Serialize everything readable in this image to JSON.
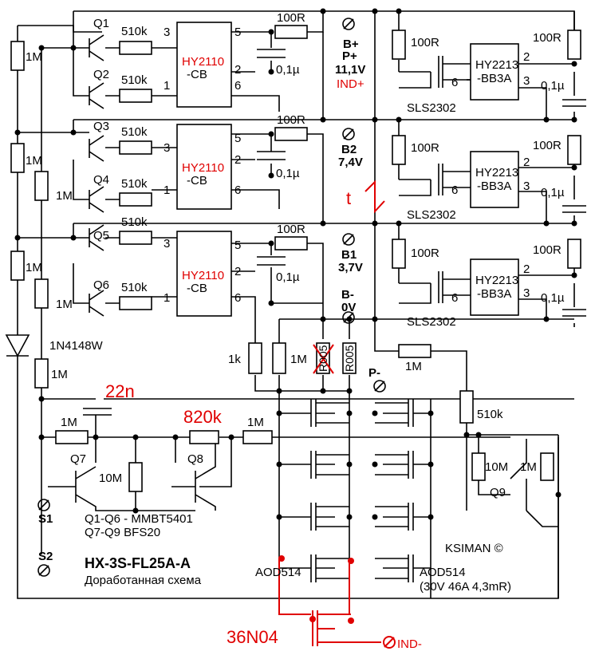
{
  "chips": {
    "protection_ic": "HY2110",
    "protection_ic_suffix": "-CB",
    "balancer_ic": "HY2213",
    "balancer_ic_suffix": "-BB3A",
    "balancer_mosfet": "SLS2302",
    "pins": {
      "p5": "5",
      "p3": "3",
      "p2": "2",
      "p1": "1",
      "p6": "6"
    }
  },
  "components": {
    "r510k": "510k",
    "r100r": "100R",
    "r1m": "1M",
    "c01": "0,1µ",
    "r1k": "1k",
    "r005": "R005",
    "r10m": "10M",
    "diode": "1N4148W",
    "cap_22n": "22n",
    "r820k": "820k",
    "mosfet_main": "AOD514",
    "mosfet_spec": "(30V 46A 4,3mR)",
    "mosfet_added": "36N04",
    "thermal": "t"
  },
  "transistors": {
    "q1": "Q1",
    "q2": "Q2",
    "q3": "Q3",
    "q4": "Q4",
    "q5": "Q5",
    "q6": "Q6",
    "q7": "Q7",
    "q8": "Q8",
    "q9": "Q9"
  },
  "terminals": {
    "bplus": "B+",
    "pplus": "P+",
    "v111": "11,1V",
    "ind_plus": "IND+",
    "b2": "B2",
    "v74": "7,4V",
    "b1": "B1",
    "v37": "3,7V",
    "bminus": "B-",
    "v0": "0V",
    "pminus": "P-",
    "s1": "S1",
    "s2": "S2",
    "ind_minus": "IND-"
  },
  "notes": {
    "q_types_1": "Q1-Q6 - MMBT5401",
    "q_types_2": "Q7-Q9 BFS20",
    "author": "KSIMAN ©",
    "title": "HX-3S-FL25A-A",
    "subtitle": "Доработанная схема"
  }
}
